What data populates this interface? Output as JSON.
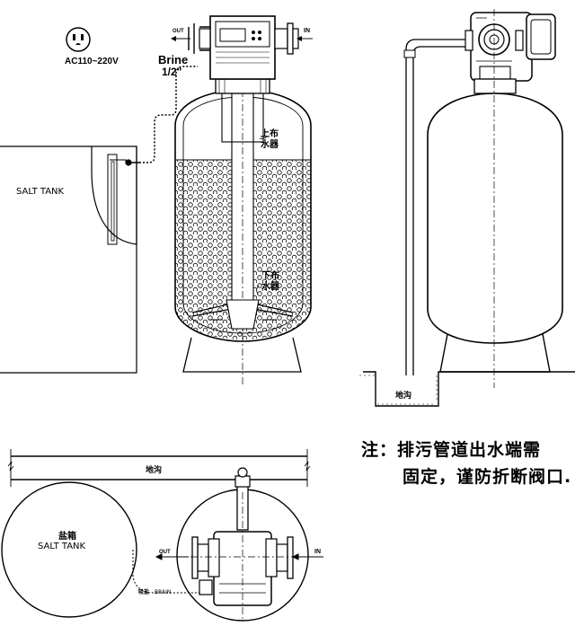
{
  "labels": {
    "power": "AC110~220V",
    "brine_line1": "Brine",
    "brine_line2": "1/2\"",
    "out": "OUT",
    "in": "IN",
    "salt_tank": "SALT TANK",
    "upper_distributor_1": "上布",
    "upper_distributor_2": "水器",
    "lower_distributor_1": "下布",
    "lower_distributor_2": "水器",
    "floor_drain": "地沟",
    "plan_drain": "地沟",
    "plan_salt_box": "盐箱",
    "plan_salt_tank": "SALT TANK",
    "plan_out": "OUT",
    "plan_in": "IN",
    "plan_brine_cn": "吸盐",
    "plan_brine": "BRAIN"
  },
  "note": {
    "line1": "注：排污管道出水端需",
    "line2": "固定，谨防折断阀口."
  }
}
